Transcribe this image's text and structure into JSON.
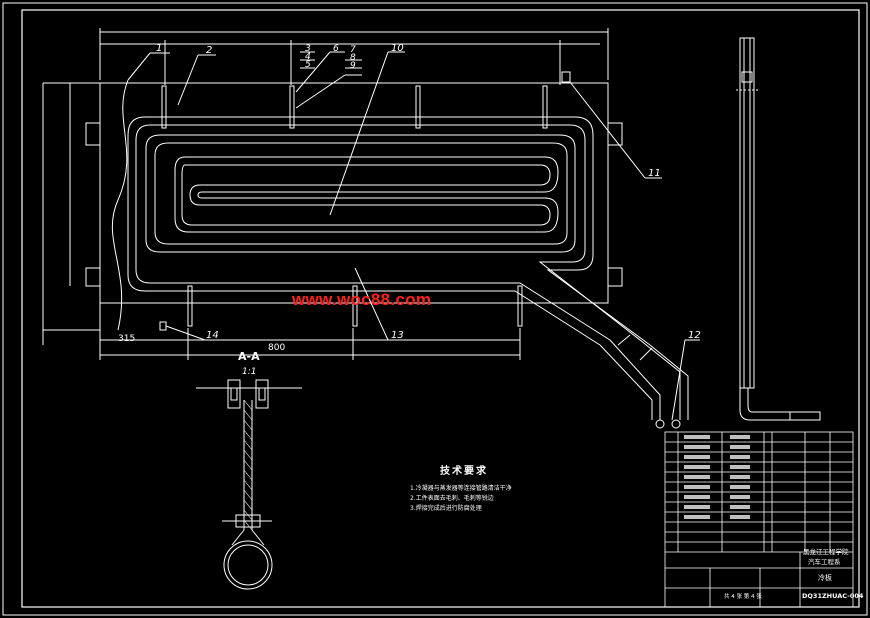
{
  "drawing": {
    "dimensions": {
      "top_overall": "",
      "left_315": "315",
      "bottom_800": "800"
    },
    "callouts": [
      "1",
      "2",
      "3",
      "4",
      "5",
      "6",
      "7",
      "8",
      "9",
      "10",
      "11",
      "12",
      "13",
      "14"
    ],
    "section": {
      "title": "A-A",
      "scale": "1:1"
    },
    "watermark": "www.woc88.com",
    "tech_req": {
      "title": "技术要求",
      "lines": [
        "1.冷凝器与蒸发器等连接管路清洁干净",
        "2.工件表面去毛刺、毛刺等锐边",
        "3.焊接完成后进行防腐处理"
      ]
    },
    "title_block": {
      "school": "黑龙江工程学院",
      "dept": "汽车工程系",
      "part_name": "冷板",
      "drawing_no": "DQ31ZHUAC-004",
      "sheet": "共 4 张  第 4 张"
    }
  }
}
